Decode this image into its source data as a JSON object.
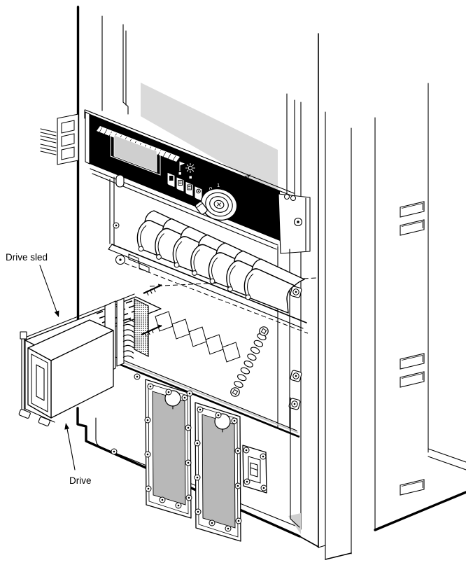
{
  "figure": {
    "callouts": {
      "drive_sled": "Drive sled",
      "drive": "Drive"
    },
    "key_switch": {
      "positions": [
        "0",
        "1"
      ]
    },
    "icons": [
      "flag-icon",
      "fan-icon",
      "document-icon",
      "list-icon",
      "list-alt-icon",
      "power-icon",
      "key-switch-icon",
      "led-indicator"
    ],
    "colors": {
      "background": "#ffffff",
      "line": "#000000",
      "panel_black": "#000000",
      "shade_band": "#dadada",
      "lcd_grey": "#cfcfcf",
      "cover_grey": "#b8b8b8",
      "sill_grey": "#c6c6c6"
    }
  }
}
